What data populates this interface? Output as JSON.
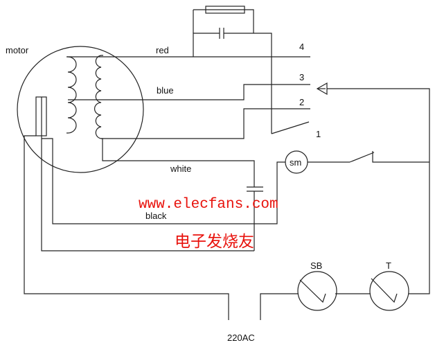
{
  "labels": {
    "motor": "motor",
    "red": "red",
    "blue": "blue",
    "white": "white",
    "black": "black",
    "sm": "sm",
    "sb": "SB",
    "t": "T",
    "supply": "220AC",
    "pos4": "4",
    "pos3": "3",
    "pos2": "2",
    "pos1": "1"
  },
  "watermark": {
    "url": "www.elecfans.com",
    "site_cn": "电子发烧友",
    "color": "#e8120c"
  }
}
